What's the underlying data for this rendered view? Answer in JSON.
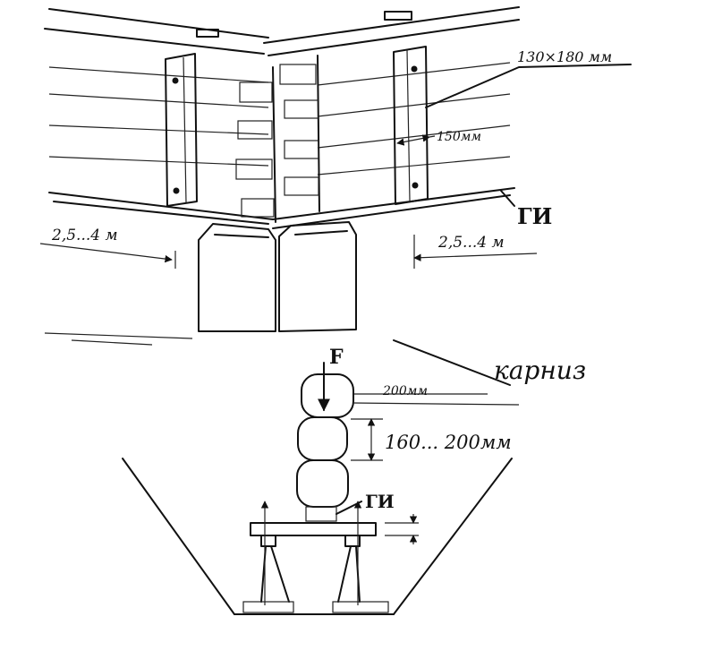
{
  "labels": {
    "section_size": "130×180 мм",
    "width_dim": "150мм",
    "gi_top": "ГИ",
    "span_left": "2,5...4 м",
    "span_right": "2,5...4 м",
    "cornice": "карниз",
    "force": "F",
    "log_diameter": "200мм",
    "log_range": "160... 200мм",
    "gi_bottom": "ГИ"
  }
}
